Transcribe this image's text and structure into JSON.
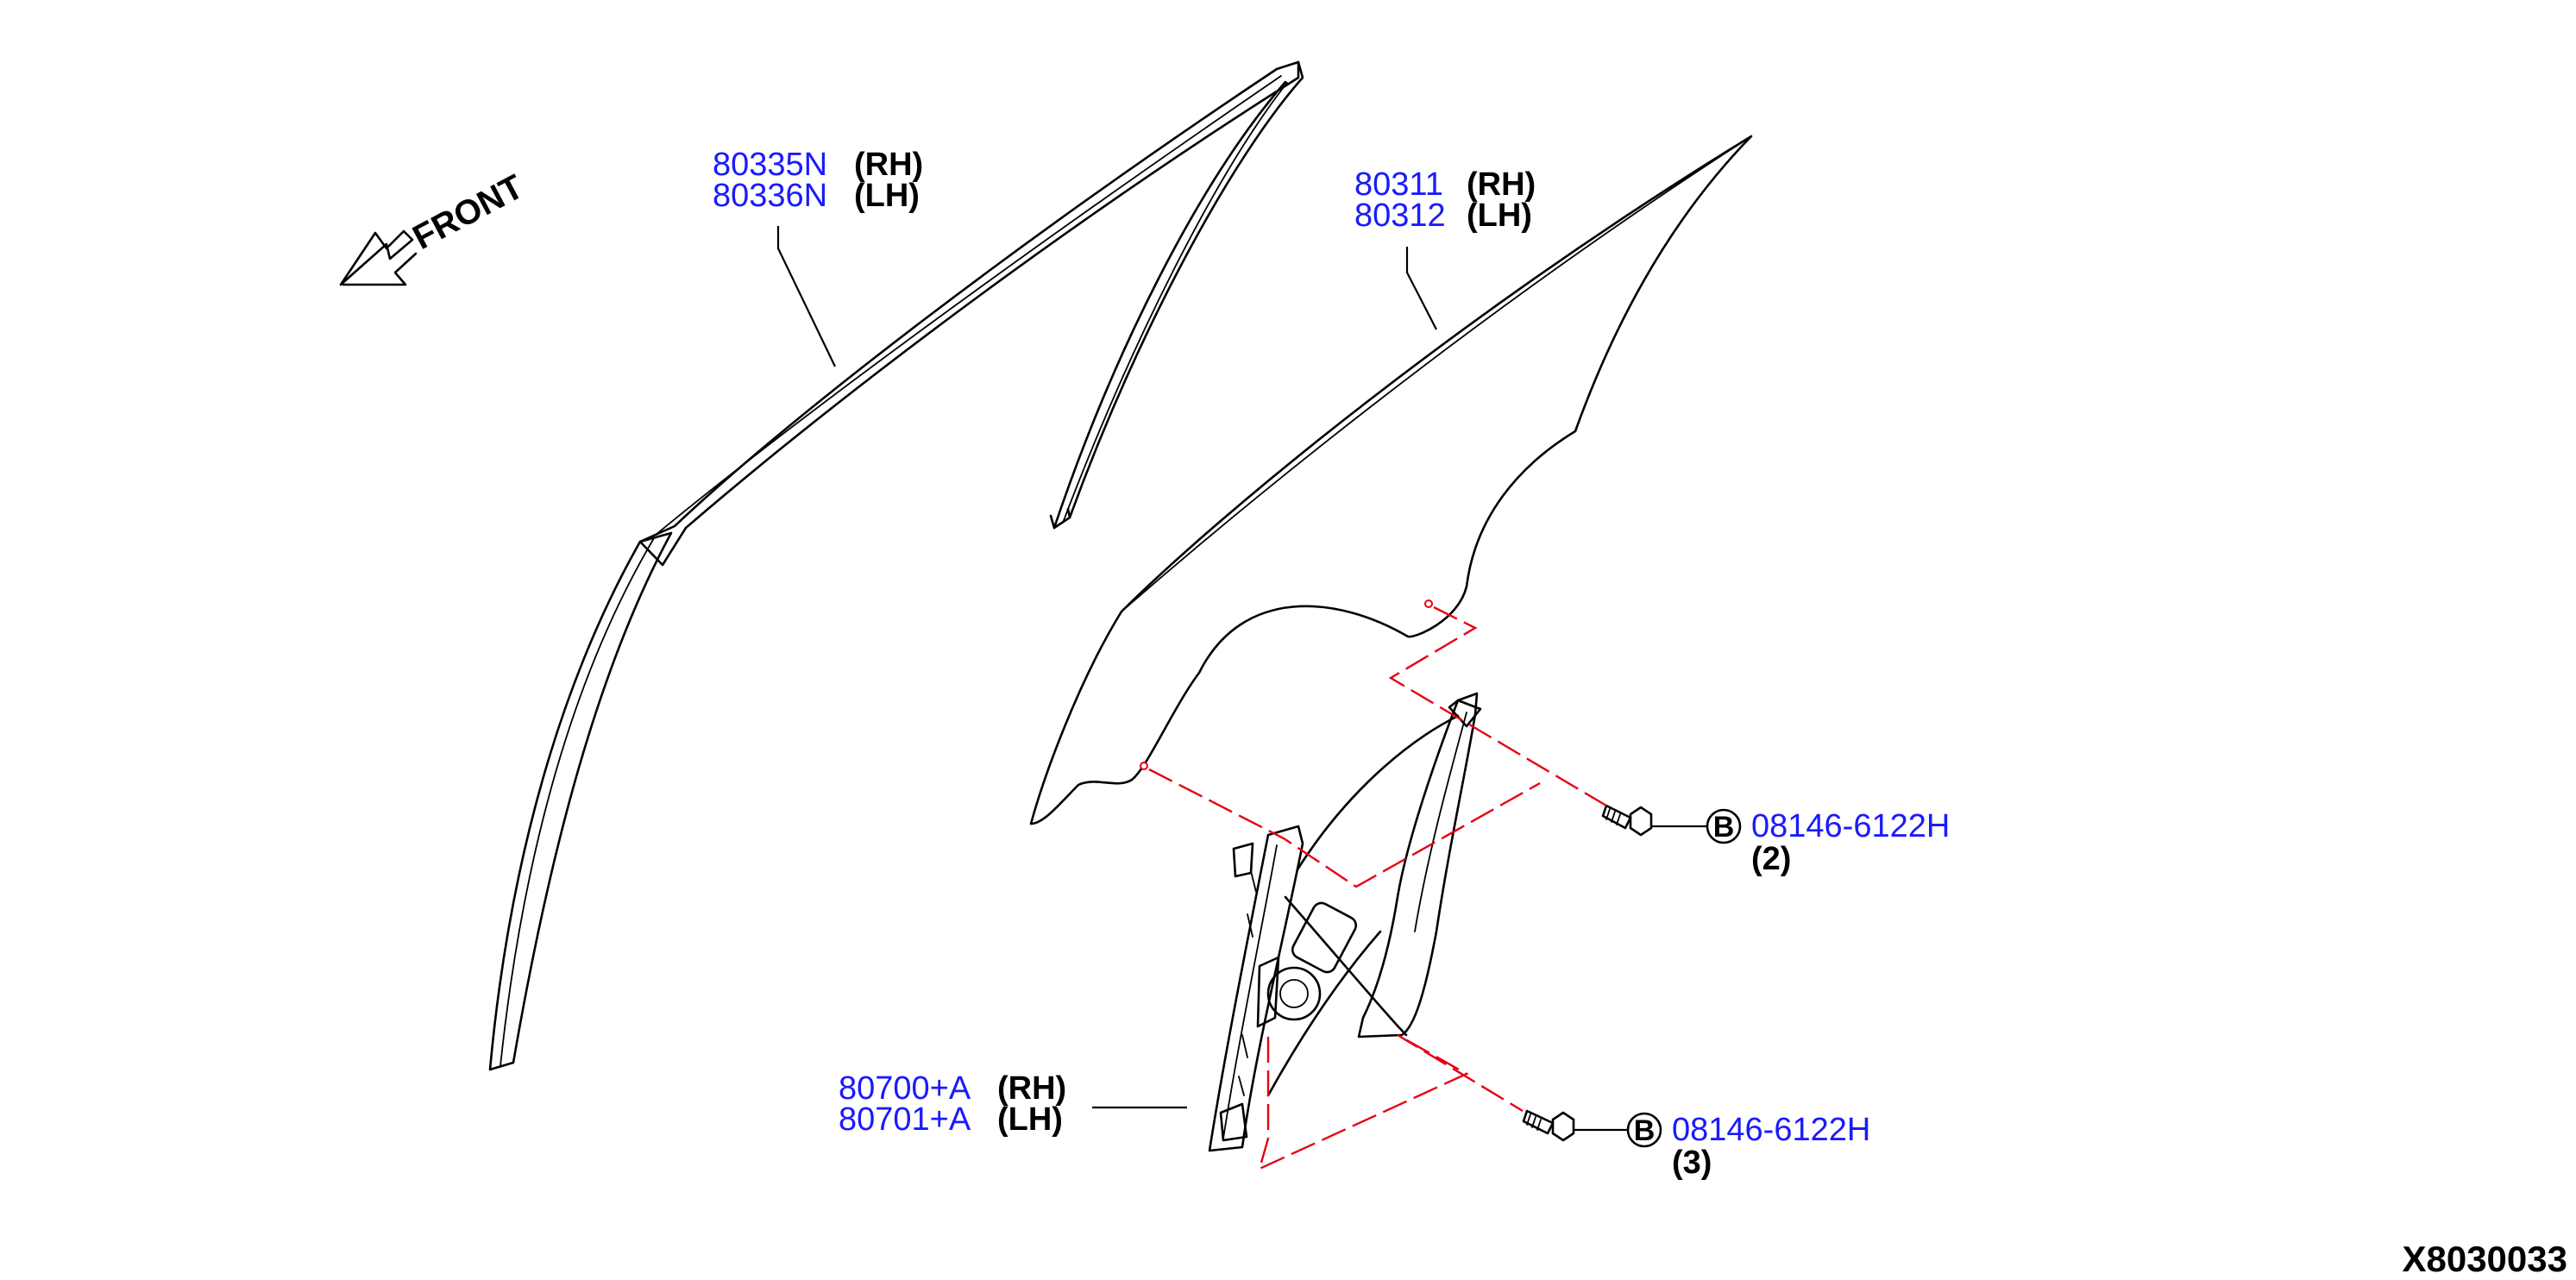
{
  "front_label": "FRONT",
  "parts": {
    "sash": {
      "pn_rh": "80335N",
      "side_rh": "(RH)",
      "pn_lh": "80336N",
      "side_lh": "(LH)"
    },
    "glass": {
      "pn_rh": "80311",
      "side_rh": "(RH)",
      "pn_lh": "80312",
      "side_lh": "(LH)"
    },
    "regulator": {
      "pn_rh": "80700+A",
      "side_rh": "(RH)",
      "pn_lh": "80701+A",
      "side_lh": "(LH)"
    },
    "bolt_upper": {
      "badge": "B",
      "pn": "08146-6122H",
      "qty": "(2)"
    },
    "bolt_lower": {
      "badge": "B",
      "pn": "08146-6122H",
      "qty": "(3)"
    }
  },
  "diagram_code": "X8030033",
  "colors": {
    "part_number": "#1a1aff",
    "dashed_guide": "#e60012",
    "line": "#000000"
  }
}
